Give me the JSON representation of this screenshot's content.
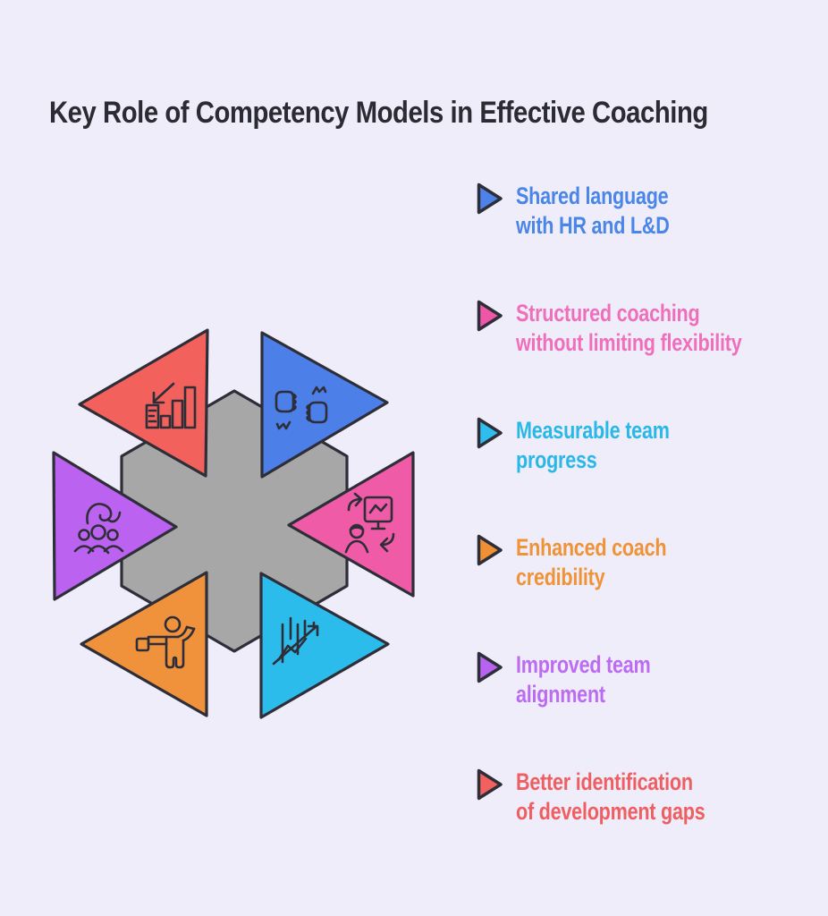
{
  "title": "Key Role of Competency Models in Effective Coaching",
  "colors": {
    "background": "#f0edfa",
    "title_text": "#2b2b33",
    "hexagon_fill": "#a7a7a7",
    "outline": "#2e2e38"
  },
  "diagram": {
    "triangles": [
      {
        "name": "red-triangle",
        "icon": "declining-bar-chart-icon",
        "fill": "#f2615c"
      },
      {
        "name": "blue-triangle",
        "icon": "fist-bump-icon",
        "fill": "#4d7fe9"
      },
      {
        "name": "purple-triangle",
        "icon": "team-group-icon",
        "fill": "#bb63f0"
      },
      {
        "name": "pink-triangle",
        "icon": "presenter-exchange-icon",
        "fill": "#ef5ba6"
      },
      {
        "name": "orange-triangle",
        "icon": "person-greeting-icon",
        "fill": "#f0913b"
      },
      {
        "name": "cyan-triangle",
        "icon": "growth-chart-icon",
        "fill": "#2cbcec"
      }
    ]
  },
  "legend": {
    "items": [
      {
        "line1": "Shared language",
        "line2": "with HR and L&D",
        "marker_color": "#4d82ea",
        "text_color": "#4a86e8"
      },
      {
        "line1": "Structured coaching",
        "line2": "without limiting flexibility",
        "marker_color": "#ee57a8",
        "text_color": "#ee6fbc"
      },
      {
        "line1": "Measurable team",
        "line2": "progress",
        "marker_color": "#2ebdec",
        "text_color": "#29b8e8"
      },
      {
        "line1": "Enhanced coach",
        "line2": "credibility",
        "marker_color": "#f09034",
        "text_color": "#ef9338"
      },
      {
        "line1": "Improved team",
        "line2": "alignment",
        "marker_color": "#b763f0",
        "text_color": "#bb6cf0"
      },
      {
        "line1": "Better identification",
        "line2": "of development gaps",
        "marker_color": "#f2615e",
        "text_color": "#ee5f62"
      }
    ]
  }
}
